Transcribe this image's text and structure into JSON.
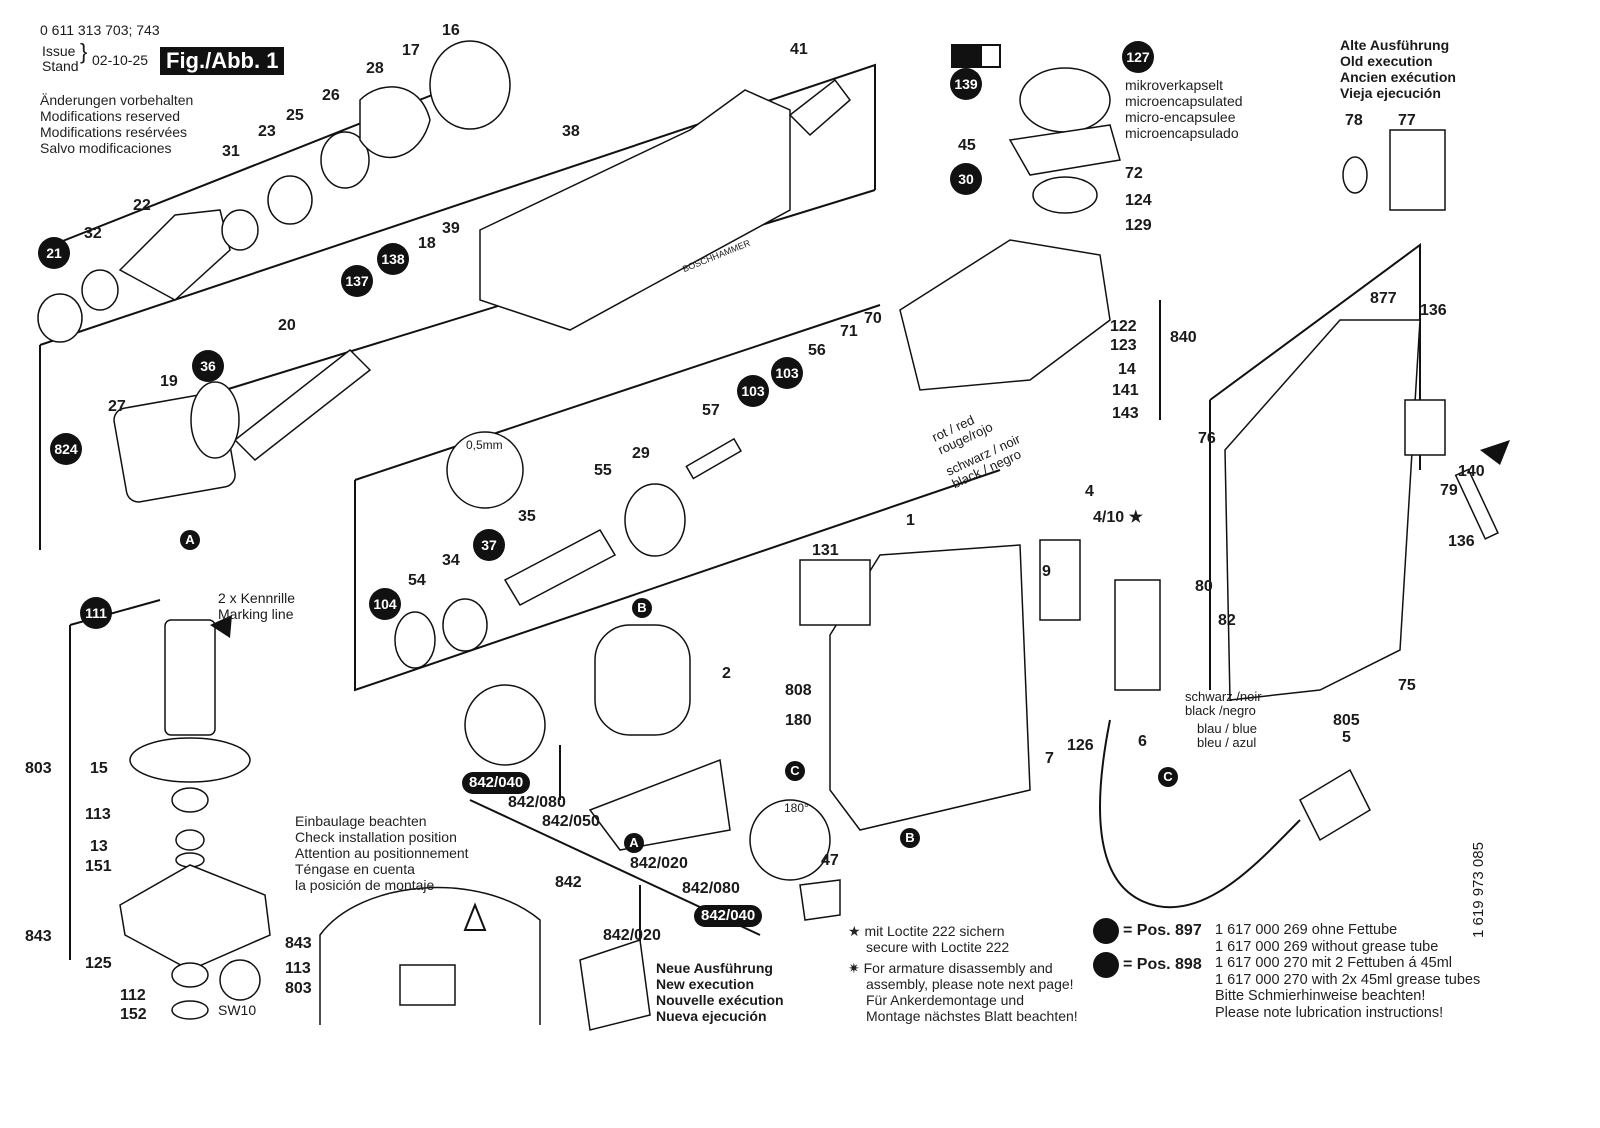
{
  "header": {
    "doc_number": "0 611 313 703; 743",
    "issue_label": "Issue",
    "stand_label": "Stand",
    "issue_date": "02-10-25",
    "figure_label": "Fig./Abb. 1",
    "modifications": [
      "Änderungen vorbehalten",
      "Modifications reserved",
      "Modifications resérvées",
      "Salvo modificaciones"
    ]
  },
  "old_execution": {
    "lines": [
      "Alte Ausführung",
      "Old execution",
      "Ancien exécution",
      "Vieja ejecución"
    ],
    "parts": [
      "78",
      "77"
    ]
  },
  "microencapsulated": [
    "mikroverkapselt",
    "microencapsulated",
    "micro-encapsulee",
    "microencapsulado"
  ],
  "part_labels": [
    {
      "id": "16"
    },
    {
      "id": "17"
    },
    {
      "id": "28"
    },
    {
      "id": "26"
    },
    {
      "id": "25"
    },
    {
      "id": "23"
    },
    {
      "id": "31"
    },
    {
      "id": "22"
    },
    {
      "id": "32"
    },
    {
      "id": "41"
    },
    {
      "id": "38"
    },
    {
      "id": "18"
    },
    {
      "id": "39"
    },
    {
      "id": "20"
    },
    {
      "id": "19"
    },
    {
      "id": "27"
    },
    {
      "id": "45"
    },
    {
      "id": "72"
    },
    {
      "id": "124"
    },
    {
      "id": "129"
    },
    {
      "id": "122"
    },
    {
      "id": "123"
    },
    {
      "id": "14"
    },
    {
      "id": "141"
    },
    {
      "id": "143"
    },
    {
      "id": "840"
    },
    {
      "id": "71"
    },
    {
      "id": "70"
    },
    {
      "id": "56"
    },
    {
      "id": "57"
    },
    {
      "id": "29"
    },
    {
      "id": "55"
    },
    {
      "id": "35"
    },
    {
      "id": "34"
    },
    {
      "id": "54"
    },
    {
      "id": "877"
    },
    {
      "id": "136"
    },
    {
      "id": "136"
    },
    {
      "id": "76"
    },
    {
      "id": "79"
    },
    {
      "id": "140"
    },
    {
      "id": "80"
    },
    {
      "id": "82"
    },
    {
      "id": "75"
    },
    {
      "id": "4"
    },
    {
      "id": "4/10 ★"
    },
    {
      "id": "9"
    },
    {
      "id": "1"
    },
    {
      "id": "131"
    },
    {
      "id": "808"
    },
    {
      "id": "180"
    },
    {
      "id": "7"
    },
    {
      "id": "126"
    },
    {
      "id": "6"
    },
    {
      "id": "805"
    },
    {
      "id": "5"
    },
    {
      "id": "2"
    },
    {
      "id": "47"
    },
    {
      "id": "803"
    },
    {
      "id": "15"
    },
    {
      "id": "113"
    },
    {
      "id": "13"
    },
    {
      "id": "151"
    },
    {
      "id": "843"
    },
    {
      "id": "125"
    },
    {
      "id": "112"
    },
    {
      "id": "152"
    },
    {
      "id": "843"
    },
    {
      "id": "113"
    },
    {
      "id": "803"
    },
    {
      "id": "842/080"
    },
    {
      "id": "842/050"
    },
    {
      "id": "842"
    },
    {
      "id": "842/020"
    },
    {
      "id": "842/080"
    },
    {
      "id": "842/020"
    }
  ],
  "badges": [
    "21",
    "36",
    "824",
    "137",
    "138",
    "103",
    "103",
    "37",
    "104",
    "111",
    "139",
    "127",
    "30"
  ],
  "pills": [
    "842/040",
    "842/040"
  ],
  "refs": [
    "A",
    "A",
    "B",
    "B",
    "C",
    "C"
  ],
  "annotations": {
    "marking_line": [
      "2 x Kennrille",
      "Marking line"
    ],
    "gap": "0,5mm",
    "sw": "SW10",
    "rotate": "180°",
    "wire_red": [
      "rot / red",
      "rouge/rojo"
    ],
    "wire_black": [
      "schwarz / noir",
      "black / negro"
    ],
    "brush_black": [
      "schwarz /noir",
      "black /negro"
    ],
    "brush_blue": [
      "blau / blue",
      "bleu / azul"
    ],
    "install": [
      "Einbaulage beachten",
      "Check installation position",
      "Attention au positionnement",
      "Téngase en cuenta",
      "la posición de montaje"
    ],
    "new_execution": [
      "Neue Ausführung",
      "New execution",
      "Nouvelle exécution",
      "Nueva ejecución"
    ],
    "brand_label": "BOSCHHAMMER"
  },
  "legend": {
    "loctite": [
      "mit Loctite 222 sichern",
      "secure with Loctite 222"
    ],
    "armature": [
      "For armature disassembly and",
      "assembly, please note next page!",
      "Für Ankerdemontage und",
      "Montage nächstes Blatt beachten!"
    ],
    "pos897": "= Pos. 897",
    "pos898": "= Pos. 898",
    "grease": [
      "1 617 000 269 ohne Fettube",
      "1 617 000 269 without grease tube",
      "1 617 000 270 mit 2 Fettuben á 45ml",
      "1 617 000 270 with 2x 45ml grease tubes",
      "Bitte Schmierhinweise beachten!",
      "Please note lubrication instructions!"
    ]
  },
  "side_code": "1 619 973 085"
}
